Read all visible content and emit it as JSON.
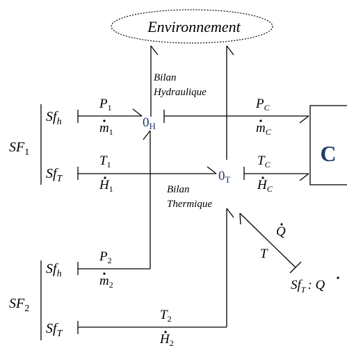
{
  "environment": "Environnement",
  "bilan_hydraulique": [
    "Bilan",
    "Hydraulique"
  ],
  "bilan_thermique": [
    "Bilan",
    "Thermique"
  ],
  "junctions": {
    "hydraulic": {
      "main": "0",
      "sub": "H"
    },
    "thermal": {
      "main": "0",
      "sub": "T"
    }
  },
  "component": "C",
  "sources": {
    "sf1": {
      "main": "SF",
      "sub": "1"
    },
    "sf2": {
      "main": "SF",
      "sub": "2"
    },
    "sf_h": {
      "main": "Sf",
      "sub": "h"
    },
    "sf_t": {
      "main": "Sf",
      "sub": "T"
    },
    "sf_q": {
      "main": "Sf",
      "sub": "T",
      "tail": ": Q"
    }
  },
  "bonds": {
    "p1": {
      "main": "P",
      "sub": "1"
    },
    "m1": {
      "main": "m",
      "sub": "1"
    },
    "t1": {
      "main": "T",
      "sub": "1"
    },
    "h1": {
      "main": "H",
      "sub": "1"
    },
    "p2": {
      "main": "P",
      "sub": "2"
    },
    "m2": {
      "main": "m",
      "sub": "2"
    },
    "t2": {
      "main": "T",
      "sub": "2"
    },
    "h2": {
      "main": "H",
      "sub": "2"
    },
    "pc": {
      "main": "P",
      "sub": "C"
    },
    "mc": {
      "main": "m",
      "sub": "C"
    },
    "tc": {
      "main": "T",
      "sub": "C"
    },
    "hc": {
      "main": "H",
      "sub": "C"
    },
    "q": "Q",
    "t": "T"
  }
}
